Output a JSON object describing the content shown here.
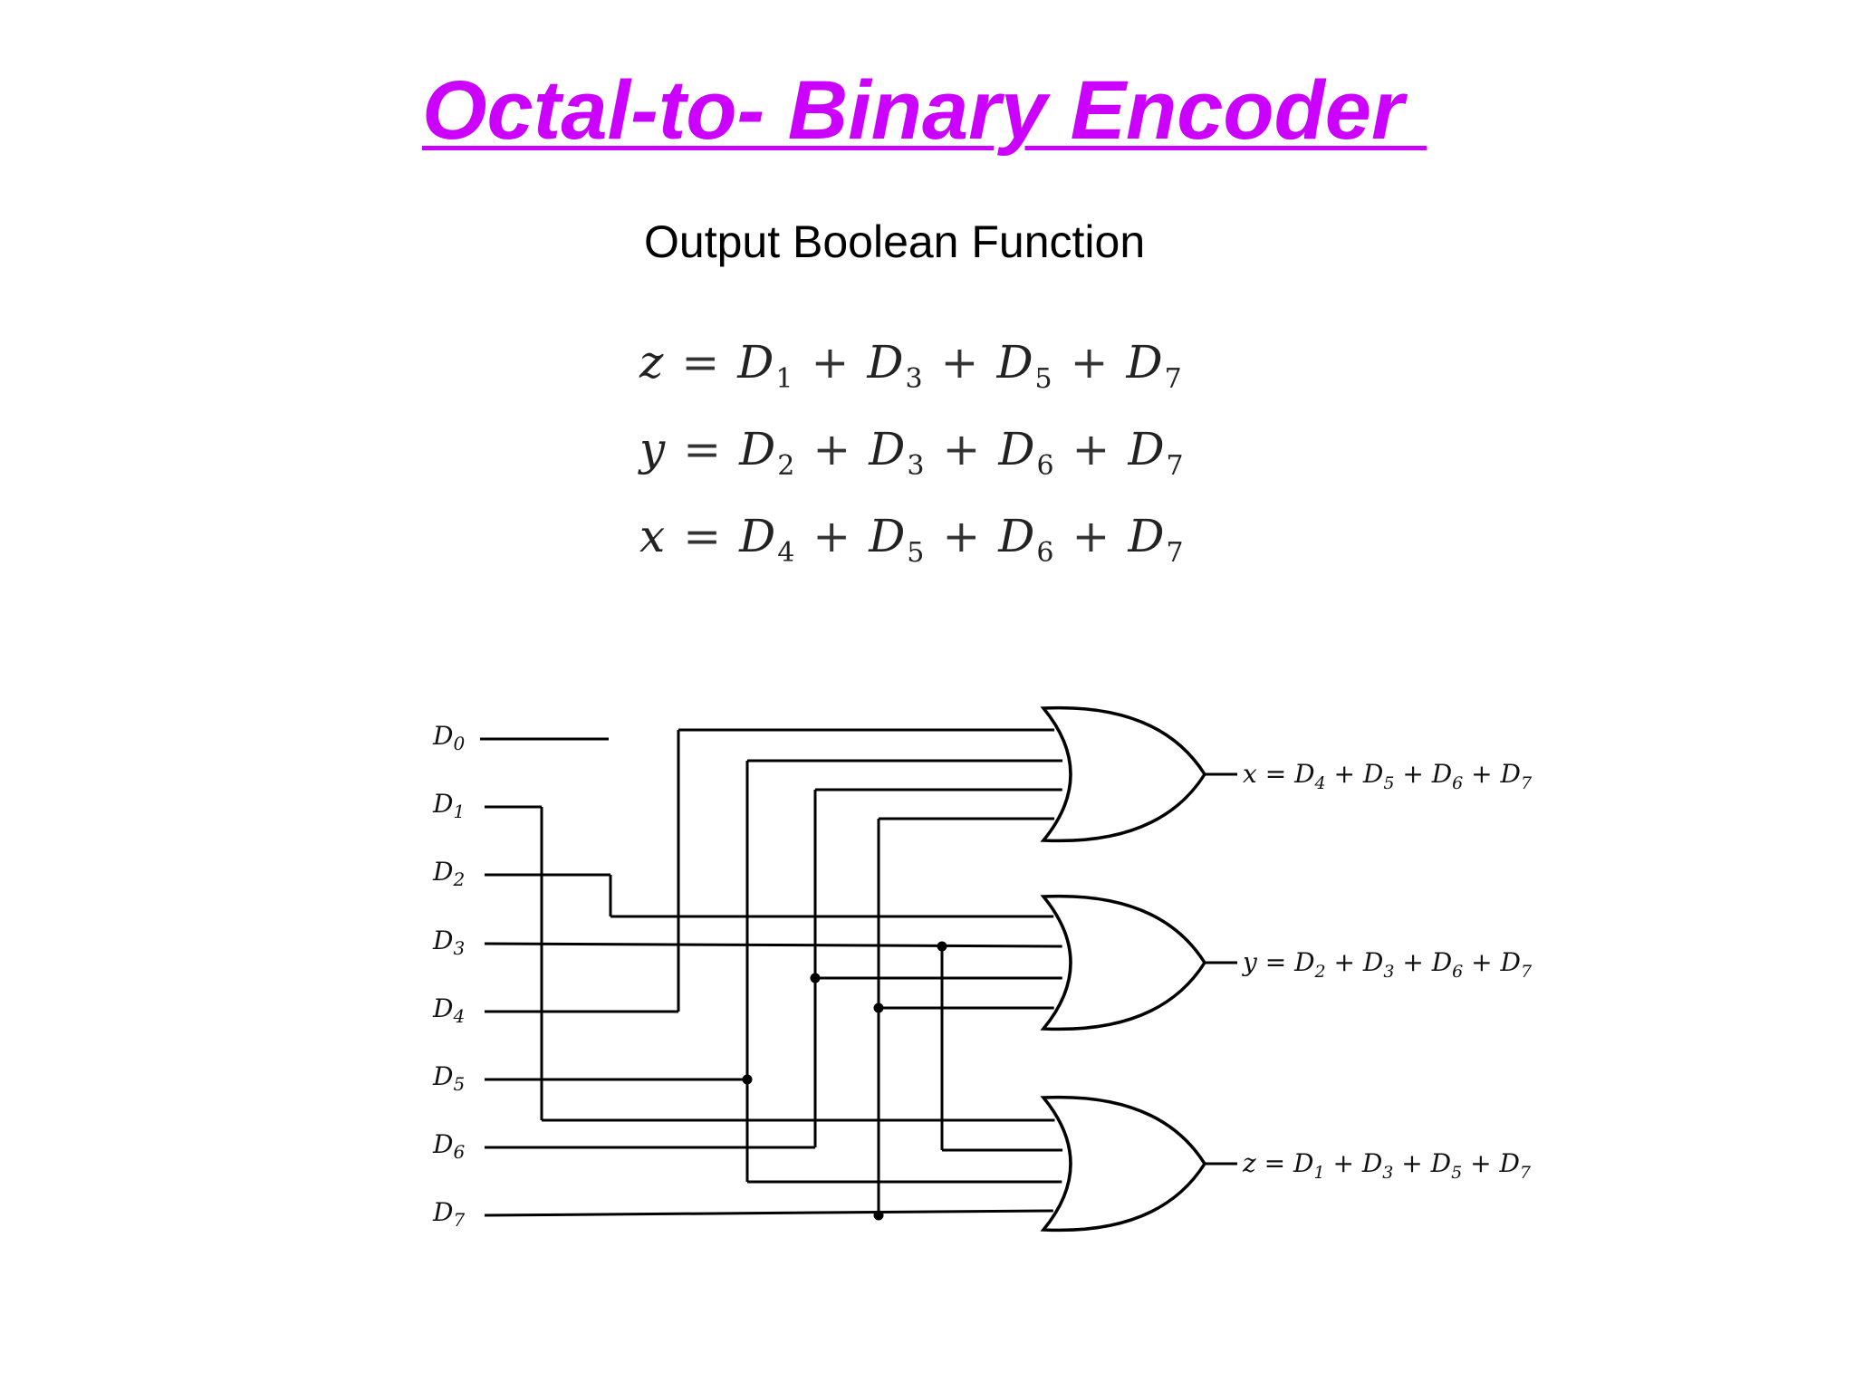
{
  "title": "Octal-to- Binary Encoder ",
  "subtitle": "Output Boolean Function",
  "equations": [
    {
      "lhs": "z",
      "terms": [
        "1",
        "3",
        "5",
        "7"
      ]
    },
    {
      "lhs": "y",
      "terms": [
        "2",
        "3",
        "6",
        "7"
      ]
    },
    {
      "lhs": "x",
      "terms": [
        "4",
        "5",
        "6",
        "7"
      ]
    }
  ],
  "circuit": {
    "inputs": [
      "0",
      "1",
      "2",
      "3",
      "4",
      "5",
      "6",
      "7"
    ],
    "input_letter": "D",
    "gates": [
      {
        "output": "x",
        "inputs": [
          "4",
          "5",
          "6",
          "7"
        ]
      },
      {
        "output": "y",
        "inputs": [
          "2",
          "3",
          "6",
          "7"
        ]
      },
      {
        "output": "z",
        "inputs": [
          "1",
          "3",
          "5",
          "7"
        ]
      }
    ]
  }
}
